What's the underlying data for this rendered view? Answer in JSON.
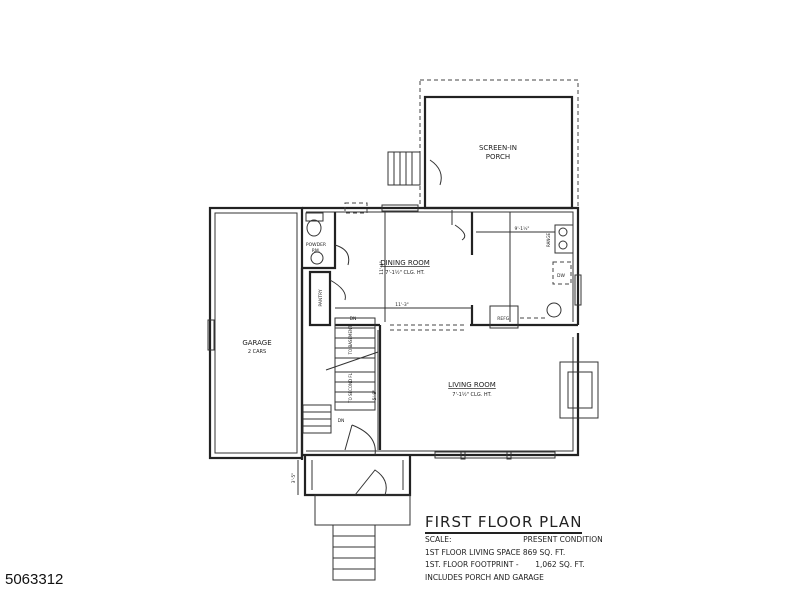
{
  "listing_id": "5063312",
  "title": "FIRST FLOOR PLAN",
  "scale_label": "SCALE:",
  "scale_value": "PRESENT CONDITION",
  "living_space": "1ST FLOOR LIVING SPACE 869 SQ. FT.",
  "footprint": "1ST. FLOOR FOOTPRINT -       1,062 SQ. FT.",
  "footprint_note": "INCLUDES PORCH AND GARAGE",
  "rooms": {
    "porch_1": "SCREEN-IN",
    "porch_2": "PORCH",
    "dining": "DINING ROOM",
    "dining_ceiling": "7'-1½\" CLG. HT.",
    "living": "LIVING ROOM",
    "living_ceiling": "7'-1½\" CLG. HT.",
    "garage": "GARAGE",
    "garage_sub": "2 CARS",
    "powder_1": "POWDER",
    "powder_2": "RM.",
    "pantry": "PANTRY",
    "refrigerator": "REFG.",
    "dishwasher": "DW",
    "range": "RANGE",
    "down_1": "DN",
    "down_2": "DN",
    "to_basement": "TO BASEMENT",
    "to_second": "TO SECOND FL"
  },
  "dimensions": {
    "dining_width": "11'-3\"",
    "kitchen_width": "9'-1½\"",
    "dining_depth": "11'-4\"",
    "living_depth": "5'-8\"",
    "entry": "3'-5\""
  }
}
